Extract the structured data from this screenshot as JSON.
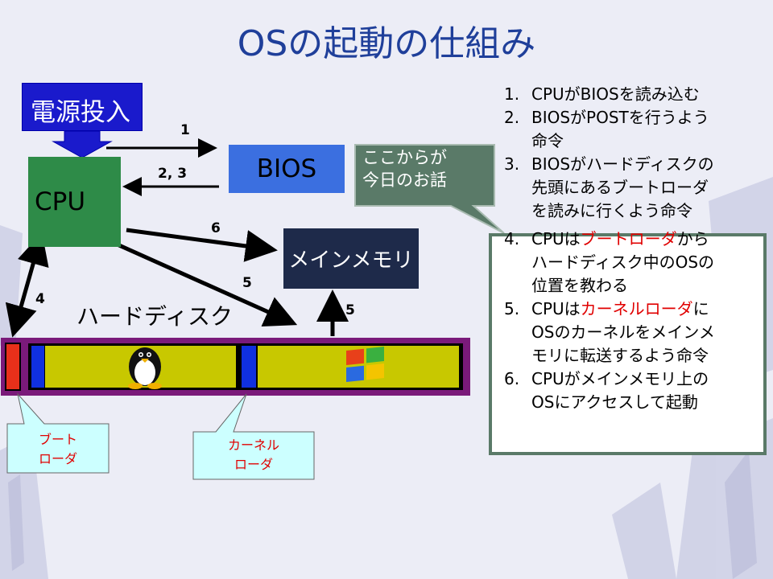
{
  "title": "OSの起動の仕組み",
  "boxes": {
    "power": "電源投入",
    "cpu": "CPU",
    "bios": "BIOS",
    "memory": "メインメモリ",
    "hdd": "ハードディスク"
  },
  "arrows": {
    "a1": "1",
    "a23": "2, 3",
    "a6": "6",
    "a5a": "5",
    "a5b": "5",
    "a4": "4"
  },
  "callouts": {
    "speech_line1": "ここからが",
    "speech_line2": "今日のお話",
    "boot_line1": "ブート",
    "boot_line2": "ローダ",
    "kernel_line1": "カーネル",
    "kernel_line2": "ローダ"
  },
  "steps": [
    {
      "num": "1.",
      "lines": [
        "CPUがBIOSを読み込む"
      ]
    },
    {
      "num": "2.",
      "lines": [
        "BIOSがPOSTを行うよう",
        "命令"
      ]
    },
    {
      "num": "3.",
      "lines": [
        "BIOSがハードディスクの",
        "先頭にあるブートローダ",
        "を読みに行くよう命令"
      ]
    },
    {
      "num": "4.",
      "pre": "CPUは",
      "red": "ブートローダ",
      "post": "から",
      "lines": [
        "ハードディスク中のOSの",
        "位置を教わる"
      ]
    },
    {
      "num": "5.",
      "pre": "CPUは",
      "red": "カーネルローダ",
      "post": "に",
      "lines": [
        "OSのカーネルをメインメ",
        "モリに転送するよう命令"
      ]
    },
    {
      "num": "6.",
      "lines": [
        "CPUがメインメモリ上の",
        "OSにアクセスして起動"
      ]
    }
  ],
  "icons": [
    "linux-penguin-icon",
    "windows-logo-icon"
  ],
  "colors": {
    "title": "#1f3f9a",
    "power": "#1a1acc",
    "cpu": "#2e8b48",
    "bios": "#3b6fe0",
    "memory": "#1e2a4a",
    "hdd_frame": "#7a1a7a",
    "partition": "#c8c800",
    "boot_loader": "#e8301a",
    "kernel_loader": "#1030e0",
    "callout_fill": "#ccffff",
    "speech_fill": "#5a7a68",
    "accent_red": "#e00000"
  }
}
